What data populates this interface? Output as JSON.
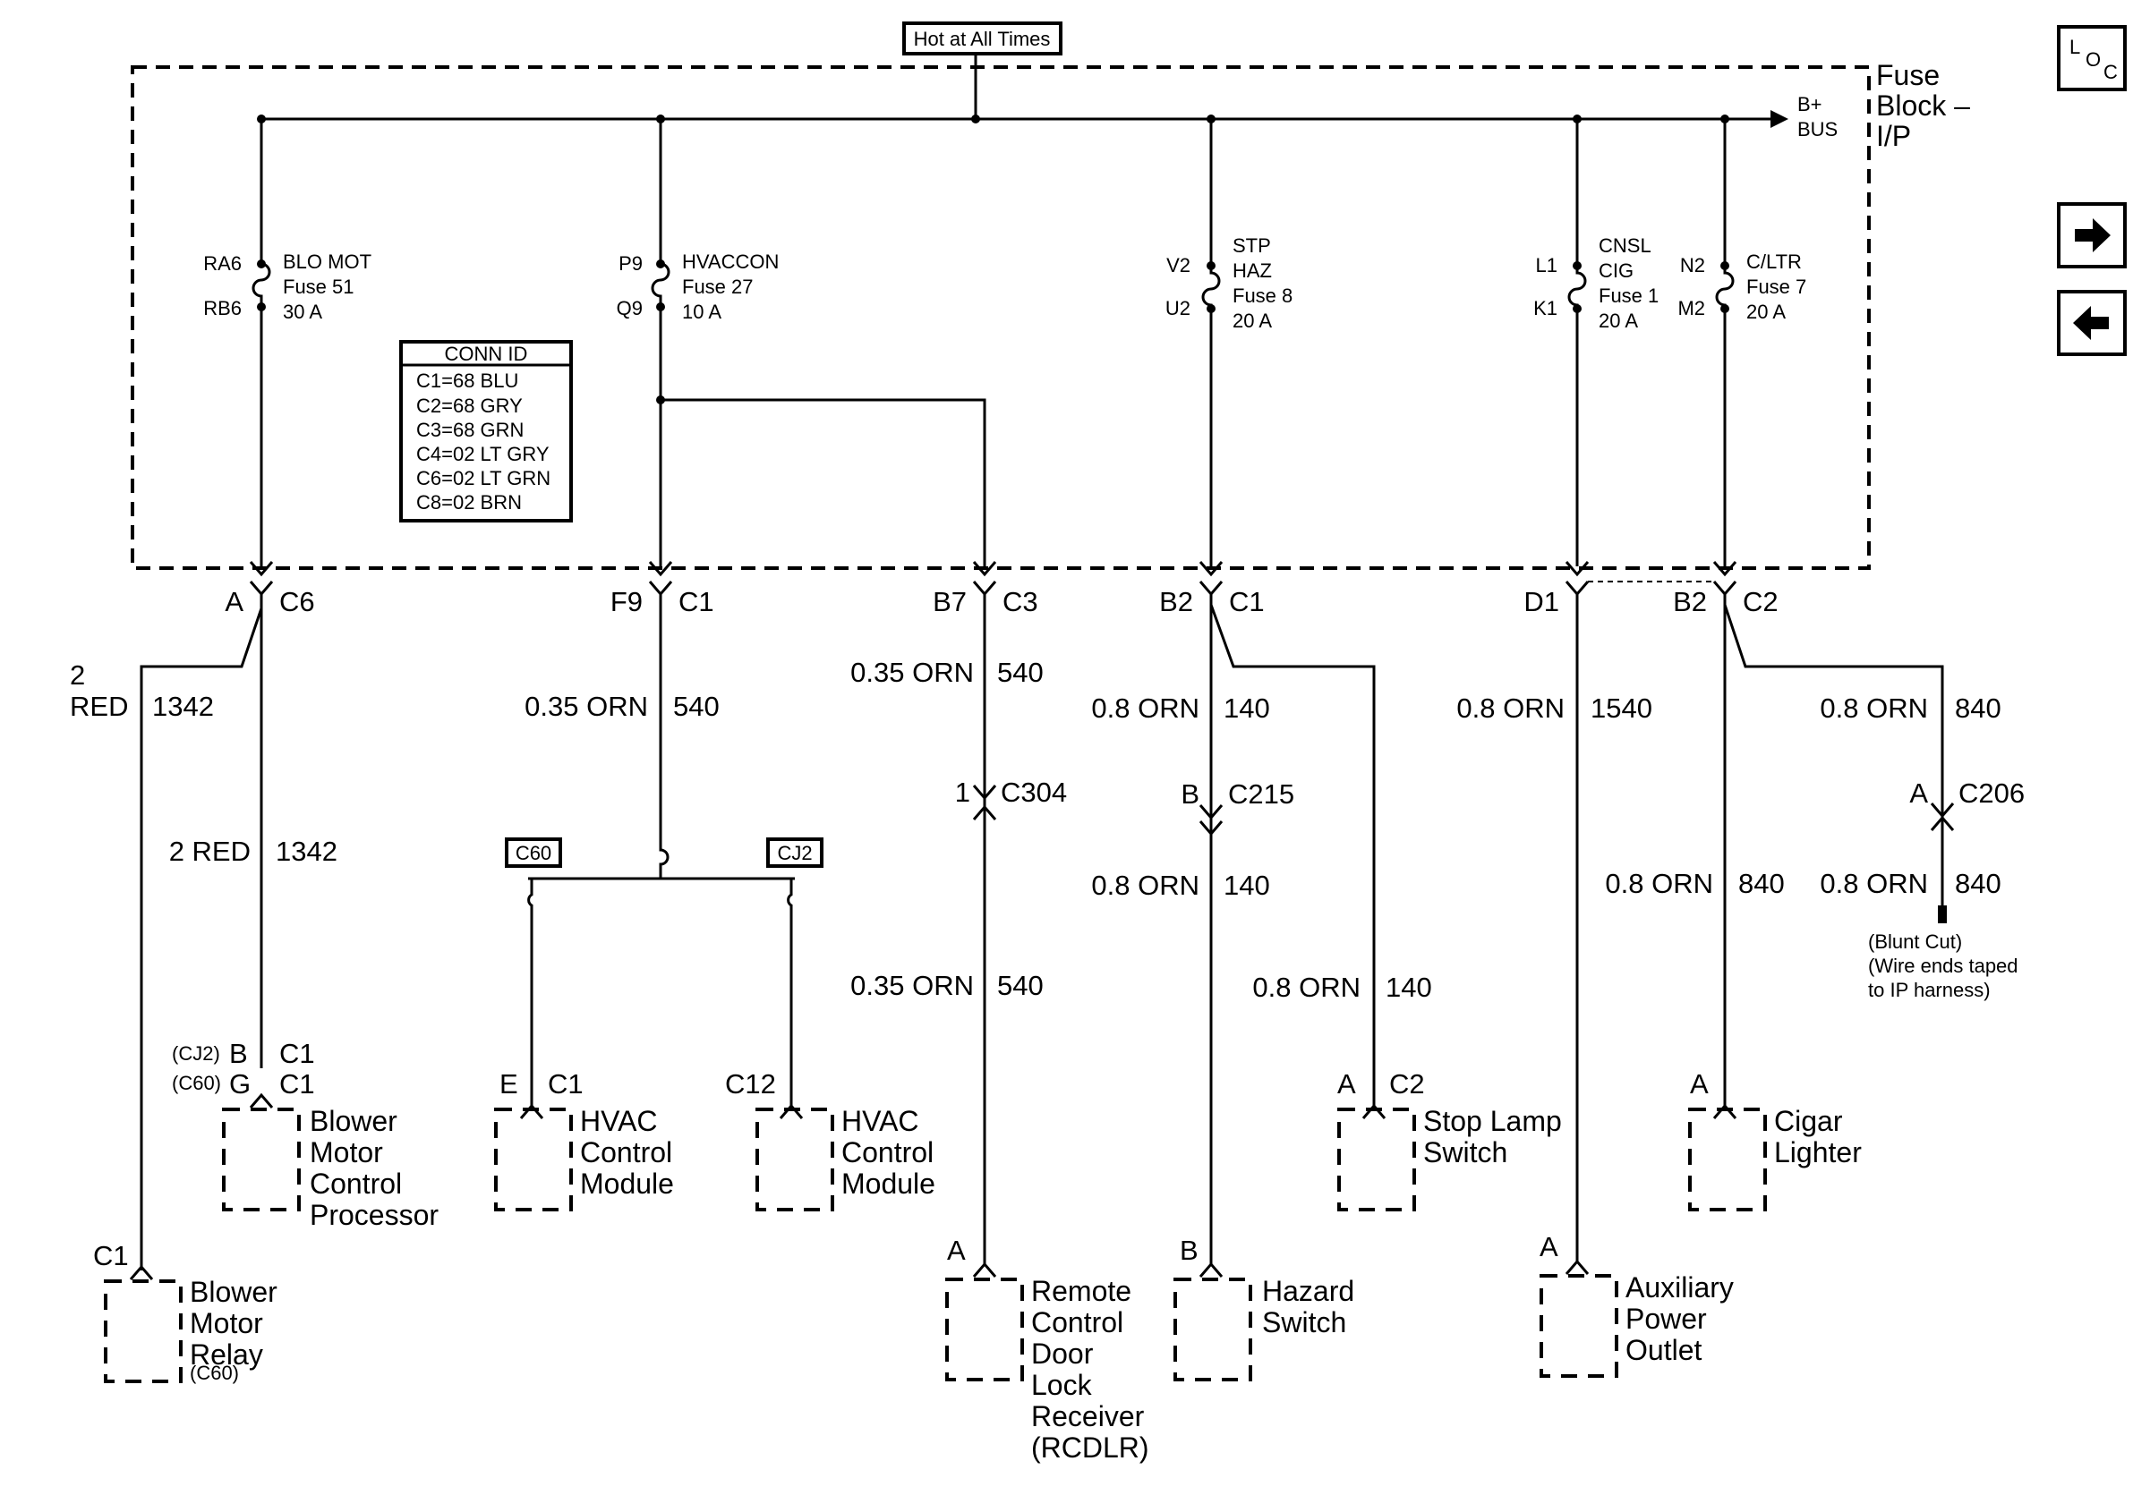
{
  "header": {
    "hot_label": "Hot at All Times"
  },
  "fuse_block": {
    "line1": "Fuse",
    "line2": "Block –",
    "line3": "I/P",
    "bus1": "B+",
    "bus2": "BUS"
  },
  "fuses": [
    {
      "pin_top": "RA6",
      "pin_bot": "RB6",
      "lines": [
        "BLO MOT",
        "Fuse 51",
        "30 A"
      ]
    },
    {
      "pin_top": "P9",
      "pin_bot": "Q9",
      "lines": [
        "HVACCON",
        "Fuse 27",
        "10 A"
      ]
    },
    {
      "pin_top": "V2",
      "pin_bot": "U2",
      "lines": [
        "STP",
        "HAZ",
        "Fuse 8",
        "20 A"
      ]
    },
    {
      "pin_top": "L1",
      "pin_bot": "K1",
      "lines": [
        "CNSL",
        "CIG",
        "Fuse 1",
        "20 A"
      ]
    },
    {
      "pin_top": "N2",
      "pin_bot": "M2",
      "lines": [
        "C/LTR",
        "Fuse 7",
        "20 A"
      ]
    }
  ],
  "conn_id": {
    "title": "CONN ID",
    "rows": [
      "C1=68 BLU",
      "C2=68 GRY",
      "C3=68 GRN",
      "C4=02 LT GRY",
      "C6=02 LT GRN",
      "C8=02 BRN"
    ]
  },
  "connectors": [
    {
      "pin": "A",
      "conn": "C6"
    },
    {
      "pin": "F9",
      "conn": "C1"
    },
    {
      "pin": "B7",
      "conn": "C3"
    },
    {
      "pin": "B2",
      "conn": "C1"
    },
    {
      "pin": "D1",
      "conn": ""
    },
    {
      "pin": "B2",
      "conn": "C2"
    }
  ],
  "wires": {
    "w1a": {
      "gauge1": "2",
      "gauge2": "RED",
      "circuit": "1342"
    },
    "w1b": {
      "gauge": "2 RED",
      "circuit": "1342"
    },
    "w2": {
      "gauge": "0.35 ORN",
      "circuit": "540"
    },
    "w3a": {
      "gauge": "0.35 ORN",
      "circuit": "540"
    },
    "w3b": {
      "gauge": "0.35 ORN",
      "circuit": "540"
    },
    "w4a": {
      "gauge": "0.8 ORN",
      "circuit": "140"
    },
    "w4b": {
      "gauge": "0.8 ORN",
      "circuit": "140"
    },
    "w4c": {
      "gauge": "0.8 ORN",
      "circuit": "140"
    },
    "w5": {
      "gauge": "0.8 ORN",
      "circuit": "1540"
    },
    "w6a": {
      "gauge": "0.8 ORN",
      "circuit": "840"
    },
    "w6b": {
      "gauge": "0.8 ORN",
      "circuit": "840"
    },
    "w6c": {
      "gauge": "0.8 ORN",
      "circuit": "840"
    }
  },
  "inline": {
    "c304": {
      "pin": "1",
      "conn": "C304"
    },
    "c215": {
      "pin": "B",
      "conn": "C215"
    },
    "c206": {
      "pin": "A",
      "conn": "C206"
    }
  },
  "splice": {
    "left": "C60",
    "right": "CJ2"
  },
  "blunt": {
    "l1": "(Blunt Cut)",
    "l2": "(Wire ends taped",
    "l3": "to IP harness)"
  },
  "components": {
    "bmcp": {
      "cj2": "(CJ2)",
      "c60": "(C60)",
      "pinB": "B",
      "pinG": "G",
      "connB": "C1",
      "connG": "C1",
      "lines": [
        "Blower",
        "Motor",
        "Control",
        "Processor"
      ]
    },
    "relay": {
      "conn": "C1",
      "lines": [
        "Blower",
        "Motor",
        "Relay"
      ],
      "note": "(C60)"
    },
    "hvac1": {
      "pin": "E",
      "conn": "C1",
      "lines": [
        "HVAC",
        "Control",
        "Module"
      ]
    },
    "hvac2": {
      "conn": "C12",
      "lines": [
        "HVAC",
        "Control",
        "Module"
      ]
    },
    "rcdlr": {
      "pin": "A",
      "lines": [
        "Remote",
        "Control",
        "Door",
        "Lock",
        "Receiver",
        "(RCDLR)"
      ]
    },
    "hazard": {
      "pin": "B",
      "lines": [
        "Hazard",
        "Switch"
      ]
    },
    "stop": {
      "pin": "A",
      "conn": "C2",
      "lines": [
        "Stop Lamp",
        "Switch"
      ]
    },
    "aux": {
      "pin": "A",
      "lines": [
        "Auxiliary",
        "Power",
        "Outlet"
      ]
    },
    "cigar": {
      "pin": "A",
      "lines": [
        "Cigar",
        "Lighter"
      ]
    }
  },
  "nav": {
    "loc_l": "L",
    "loc_o": "O",
    "loc_c": "C"
  }
}
